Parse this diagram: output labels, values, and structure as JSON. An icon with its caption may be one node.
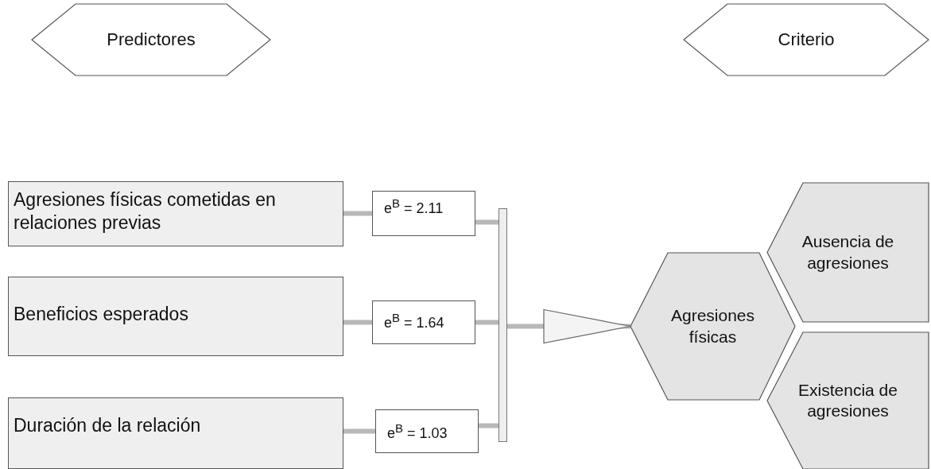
{
  "diagram": {
    "nodes": [
      {
        "text": [
          "Predictores"
        ]
      },
      {
        "text": [
          "Criterio"
        ]
      },
      {
        "text": [
          "Agresiones físicas cometidas en relaciones previas"
        ]
      },
      {
        "text": [
          "Beneficios esperados"
        ]
      },
      {
        "text": [
          "Duración de la relación"
        ]
      },
      {
        "text": [
          "e$^{B}$ = 2.11"
        ]
      },
      {
        "text": [
          "e$^{B}$ = 1.64"
        ]
      },
      {
        "text": [
          "e$^{B}$ = 1.03"
        ]
      },
      {
        "text": [],
        "shape": "bar"
      },
      {
        "text": [
          "Agresiones físicas"
        ]
      },
      {
        "text": [
          "Ausencia de agresiones"
        ]
      },
      {
        "text": [
          "Existencia de agresiones"
        ]
      }
    ],
    "edges": [
      {
        "from": 2,
        "to": 5,
        "arrow": "none"
      },
      {
        "from": 3,
        "to": 6,
        "arrow": "none"
      },
      {
        "from": 4,
        "to": 7,
        "arrow": "none"
      },
      {
        "from": 5,
        "to": 8,
        "arrow": "none"
      },
      {
        "from": 6,
        "to": 8,
        "arrow": "none"
      },
      {
        "from": 7,
        "to": 8,
        "arrow": "none"
      },
      {
        "from": 8,
        "to": 9,
        "arrow": "to"
      }
    ]
  }
}
